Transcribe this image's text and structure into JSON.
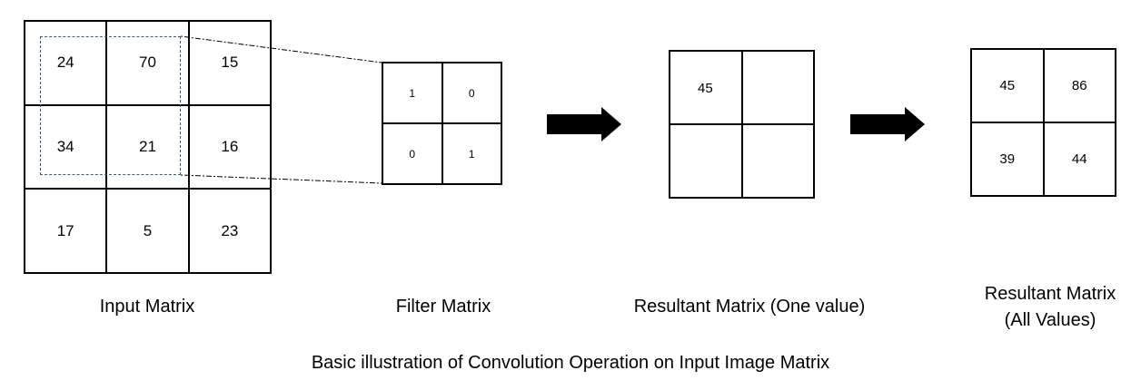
{
  "input_matrix": {
    "label": "Input Matrix",
    "values": [
      "24",
      "70",
      "15",
      "34",
      "21",
      "16",
      "17",
      "5",
      "23"
    ]
  },
  "filter_matrix": {
    "label": "Filter Matrix",
    "values": [
      "1",
      "0",
      "0",
      "1"
    ]
  },
  "resultant_one": {
    "label": "Resultant Matrix (One value)",
    "values": [
      "45",
      "",
      "",
      ""
    ]
  },
  "resultant_all": {
    "label_line1": "Resultant Matrix",
    "label_line2": "(All Values)",
    "values": [
      "45",
      "86",
      "39",
      "44"
    ]
  },
  "caption": "Basic illustration of Convolution Operation on Input Image Matrix",
  "colors": {
    "dashed_window": "#3b5a78",
    "arrow": "#000000"
  }
}
